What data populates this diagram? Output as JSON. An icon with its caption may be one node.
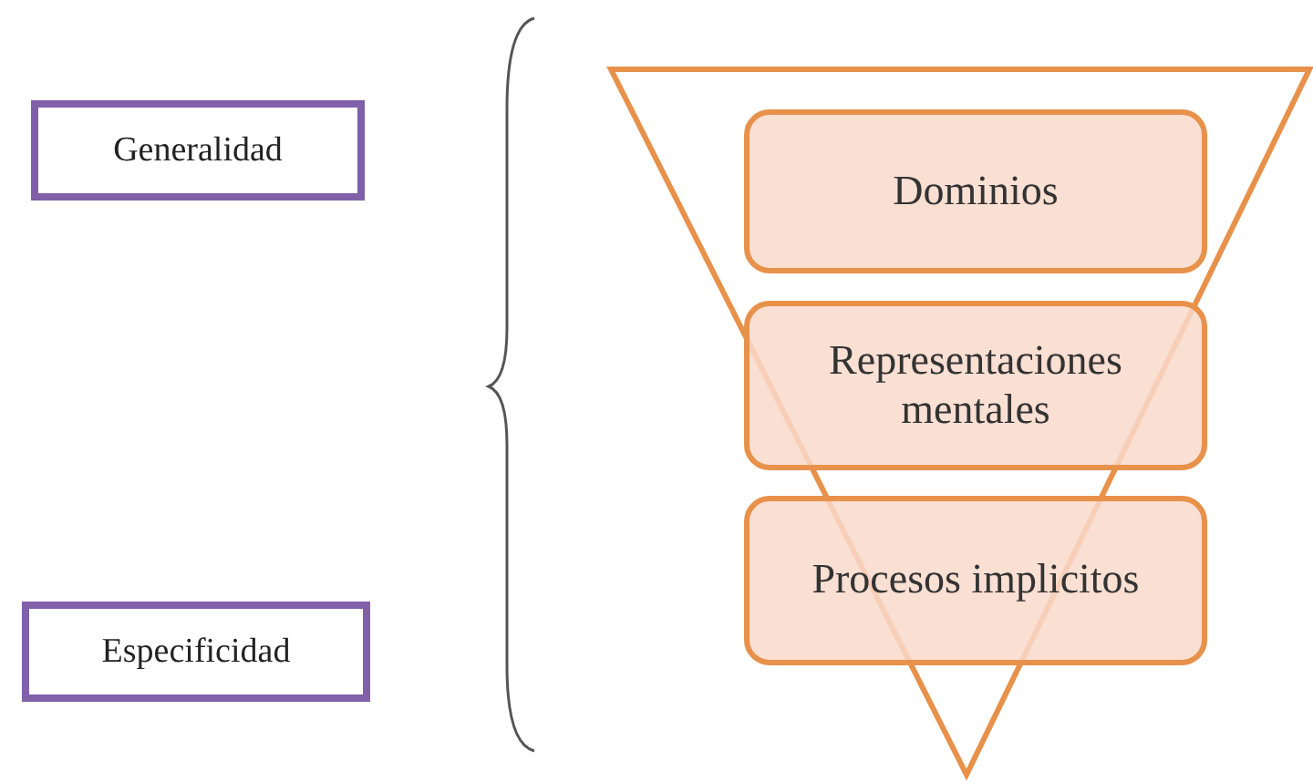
{
  "diagram": {
    "nodes": [
      {
        "text": [
          "Generalidad"
        ]
      },
      {
        "text": [
          "Dominios"
        ]
      },
      {
        "text": [
          "Representaciones mentales"
        ]
      },
      {
        "text": [
          "Procesos implicitos"
        ]
      },
      {
        "text": [
          "Especificidad"
        ]
      }
    ]
  }
}
